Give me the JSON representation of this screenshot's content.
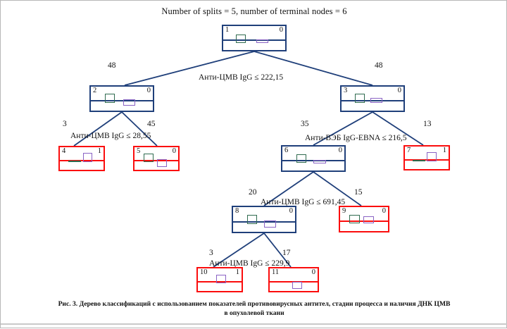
{
  "title": "Number of splits = 5, number of terminal nodes = 6",
  "caption_line1": "Рис. 3. Дерево классификаций с использованием показателей противовирусных антител, стадии процесса и наличия ДНК ЦМВ",
  "caption_line2": "в опухолевой ткани",
  "colors": {
    "internal_border": "#1f3f7a",
    "terminal_border": "#fb0d0d",
    "bar_class1": "#2f6b4f",
    "bar_class0": "#8a63c4",
    "edge": "#1f3f7a",
    "text": "#111111"
  },
  "chart_data": {
    "type": "tree",
    "title": "Number of splits = 5, number of terminal nodes = 6",
    "n_splits": 5,
    "n_terminal_nodes": 6,
    "class_labels": [
      "1",
      "0"
    ],
    "nodes": [
      {
        "id": "1",
        "node_label": "1",
        "class_label": "0",
        "type": "internal",
        "bar_green": 62,
        "bar_purple": 16,
        "green_pos": "above",
        "purple_pos": "on"
      },
      {
        "id": "2",
        "node_label": "2",
        "class_label": "0",
        "type": "internal",
        "bar_green": 58,
        "bar_purple": 30,
        "green_pos": "above",
        "purple_pos": "below"
      },
      {
        "id": "3",
        "node_label": "3",
        "class_label": "0",
        "type": "internal",
        "bar_green": 60,
        "bar_purple": 30,
        "green_pos": "above",
        "purple_pos": "on"
      },
      {
        "id": "4",
        "node_label": "4",
        "class_label": "1",
        "type": "terminal",
        "bar_green": 5,
        "bar_purple": 66,
        "green_pos": "flat",
        "purple_pos": "above"
      },
      {
        "id": "5",
        "node_label": "5",
        "class_label": "0",
        "type": "terminal",
        "bar_green": 62,
        "bar_purple": 34,
        "green_pos": "above",
        "purple_pos": "below"
      },
      {
        "id": "6",
        "node_label": "6",
        "class_label": "0",
        "type": "internal",
        "bar_green": 58,
        "bar_purple": 12,
        "green_pos": "above",
        "purple_pos": "on"
      },
      {
        "id": "7",
        "node_label": "7",
        "class_label": "1",
        "type": "terminal",
        "bar_green": 6,
        "bar_purple": 64,
        "green_pos": "flat",
        "purple_pos": "above"
      },
      {
        "id": "8",
        "node_label": "8",
        "class_label": "0",
        "type": "internal",
        "bar_green": 58,
        "bar_purple": 32,
        "green_pos": "above",
        "purple_pos": "below"
      },
      {
        "id": "9",
        "node_label": "9",
        "class_label": "0",
        "type": "terminal",
        "bar_green": 56,
        "bar_purple": 52,
        "green_pos": "above",
        "purple_pos": "above"
      },
      {
        "id": "10",
        "node_label": "10",
        "class_label": "1",
        "type": "terminal",
        "bar_green": 0,
        "bar_purple": 62,
        "green_pos": "none",
        "purple_pos": "above"
      },
      {
        "id": "11",
        "node_label": "11",
        "class_label": "0",
        "type": "terminal",
        "bar_green": 0,
        "bar_purple": 40,
        "green_pos": "none",
        "purple_pos": "below"
      }
    ],
    "splits": [
      {
        "parent": "1",
        "condition": "Анти-ЦМВ IgG ≤ 222,15",
        "left_count": "48",
        "right_count": "48",
        "left_child": "2",
        "right_child": "3"
      },
      {
        "parent": "2",
        "condition": "Анти-ЦМВ IgG ≤ 28,55",
        "left_count": "3",
        "right_count": "45",
        "left_child": "4",
        "right_child": "5"
      },
      {
        "parent": "3",
        "condition": "Анти-ВЭБ IgG-EBNA ≤ 216,5",
        "left_count": "35",
        "right_count": "13",
        "left_child": "6",
        "right_child": "7"
      },
      {
        "parent": "6",
        "condition": "Анти-ЦМВ IgG ≤ 691,45",
        "left_count": "20",
        "right_count": "15",
        "left_child": "8",
        "right_child": "9"
      },
      {
        "parent": "8",
        "condition": "Анти-ЦМВ IgG ≤ 229,9",
        "left_count": "3",
        "right_count": "17",
        "left_child": "10",
        "right_child": "11"
      }
    ]
  },
  "labels": {
    "split_1": "Анти-ЦМВ IgG ≤ 222,15",
    "split_2": "Анти-ЦМВ IgG ≤ 28,55",
    "split_3": "Анти-ВЭБ IgG-EBNA ≤ 216,5",
    "split_6": "Анти-ЦМВ IgG ≤ 691,45",
    "split_8": "Анти-ЦМВ IgG ≤ 229,9",
    "count_1_left": "48",
    "count_1_right": "48",
    "count_2_left": "3",
    "count_2_right": "45",
    "count_3_left": "35",
    "count_3_right": "13",
    "count_6_left": "20",
    "count_6_right": "15",
    "count_8_left": "3",
    "count_8_right": "17"
  },
  "nodes": {
    "n1": {
      "num": "1",
      "cls": "0"
    },
    "n2": {
      "num": "2",
      "cls": "0"
    },
    "n3": {
      "num": "3",
      "cls": "0"
    },
    "n4": {
      "num": "4",
      "cls": "1"
    },
    "n5": {
      "num": "5",
      "cls": "0"
    },
    "n6": {
      "num": "6",
      "cls": "0"
    },
    "n7": {
      "num": "7",
      "cls": "1"
    },
    "n8": {
      "num": "8",
      "cls": "0"
    },
    "n9": {
      "num": "9",
      "cls": "0"
    },
    "n10": {
      "num": "10",
      "cls": "1"
    },
    "n11": {
      "num": "11",
      "cls": "0"
    }
  }
}
